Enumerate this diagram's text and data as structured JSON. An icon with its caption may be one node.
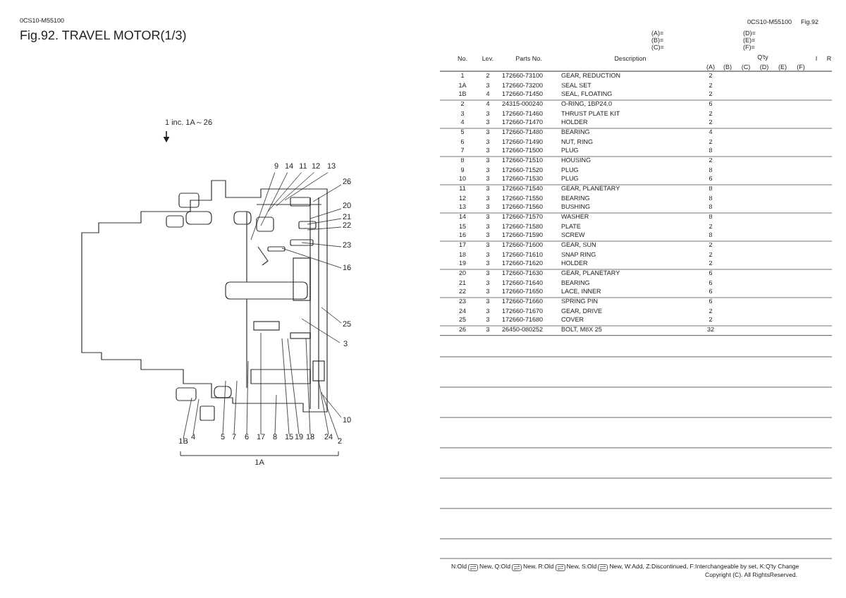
{
  "diagram": {
    "title": "Fig.92. TRAVEL MOTOR(1/3)",
    "nodes": [
      {
        "text": [
          "9"
        ]
      },
      {
        "text": [
          "14"
        ]
      },
      {
        "text": [
          "11"
        ]
      },
      {
        "text": [
          "12"
        ]
      },
      {
        "text": [
          "13"
        ]
      },
      {
        "text": [
          "26"
        ]
      },
      {
        "text": [
          "20"
        ]
      },
      {
        "text": [
          "21"
        ]
      },
      {
        "text": [
          "22"
        ]
      },
      {
        "text": [
          "23"
        ]
      },
      {
        "text": [
          "16"
        ]
      },
      {
        "text": [
          "25"
        ]
      },
      {
        "text": [
          "3"
        ]
      },
      {
        "text": [
          "10"
        ]
      },
      {
        "text": [
          "1B"
        ]
      },
      {
        "text": [
          "4"
        ]
      },
      {
        "text": [
          "5"
        ]
      },
      {
        "text": [
          "7"
        ]
      },
      {
        "text": [
          "6"
        ]
      },
      {
        "text": [
          "17"
        ]
      },
      {
        "text": [
          "8"
        ]
      },
      {
        "text": [
          "15"
        ]
      },
      {
        "text": [
          "19"
        ]
      },
      {
        "text": [
          "18"
        ]
      },
      {
        "text": [
          "24"
        ]
      },
      {
        "text": [
          "2"
        ]
      }
    ],
    "edges": [
      {
        "from": 0,
        "to": null,
        "arrow": "none"
      },
      {
        "from": 1,
        "to": null,
        "arrow": "none"
      },
      {
        "from": 2,
        "to": null,
        "arrow": "none"
      },
      {
        "from": 3,
        "to": null,
        "arrow": "none"
      },
      {
        "from": 4,
        "to": null,
        "arrow": "none"
      },
      {
        "from": 5,
        "to": null,
        "arrow": "none"
      },
      {
        "from": 6,
        "to": null,
        "arrow": "none"
      },
      {
        "from": 7,
        "to": null,
        "arrow": "none"
      },
      {
        "from": 8,
        "to": null,
        "arrow": "none"
      },
      {
        "from": 9,
        "to": null,
        "arrow": "none"
      },
      {
        "from": 10,
        "to": null,
        "arrow": "none"
      },
      {
        "from": 11,
        "to": null,
        "arrow": "none"
      },
      {
        "from": 12,
        "to": null,
        "arrow": "none"
      },
      {
        "from": 13,
        "to": null,
        "arrow": "none"
      },
      {
        "from": 14,
        "to": null,
        "arrow": "none"
      },
      {
        "from": 15,
        "to": null,
        "arrow": "none"
      },
      {
        "from": 16,
        "to": null,
        "arrow": "none"
      },
      {
        "from": 17,
        "to": null,
        "arrow": "none"
      },
      {
        "from": 18,
        "to": null,
        "arrow": "none"
      },
      {
        "from": 19,
        "to": null,
        "arrow": "none"
      },
      {
        "from": 20,
        "to": null,
        "arrow": "none"
      },
      {
        "from": 21,
        "to": null,
        "arrow": "none"
      },
      {
        "from": 22,
        "to": null,
        "arrow": "none"
      },
      {
        "from": 23,
        "to": null,
        "arrow": "none"
      },
      {
        "from": 24,
        "to": null,
        "arrow": "none"
      },
      {
        "from": 25,
        "to": null,
        "arrow": "none"
      }
    ],
    "labels": [
      "0CS10-M55100",
      "0CS10-M55100",
      "Fig.92",
      "(A)=",
      "(D)=",
      "(B)=",
      "(E)=",
      "(C)=",
      "(F)=",
      "No.",
      "Lev.",
      "Parts No.",
      "Description",
      "Q'ty",
      "(A)",
      "(B)",
      "(C)",
      "(D)",
      "(E)",
      "(F)",
      "I",
      "R",
      "1",
      "2",
      "172660-73100",
      "GEAR, REDUCTION",
      "2",
      "1A",
      "3",
      "172660-73200",
      "SEAL SET",
      "2",
      "1B",
      "4",
      "172660-71450",
      "SEAL, FLOATING",
      "2",
      "2",
      "4",
      "24315-000240",
      "O-RING, 1BP24.0",
      "6",
      "3",
      "3",
      "172660-71460",
      "THRUST PLATE KIT",
      "2",
      "4",
      "3",
      "172660-71470",
      "HOLDER",
      "2",
      "5",
      "3",
      "172660-71480",
      "BEARING",
      "4",
      "6",
      "3",
      "172660-71490",
      "NUT, RING",
      "2",
      "7",
      "3",
      "172660-71500",
      "PLUG",
      "8",
      "8",
      "3",
      "172660-71510",
      "HOUSING",
      "2",
      "9",
      "3",
      "172660-71520",
      "PLUG",
      "8",
      "10",
      "3",
      "172660-71530",
      "PLUG",
      "6",
      "11",
      "3",
      "172660-71540",
      "GEAR, PLANETARY",
      "8",
      "12",
      "3",
      "172660-71550",
      "BEARING",
      "8",
      "13",
      "3",
      "172660-71560",
      "BUSHING",
      "8",
      "14",
      "3",
      "172660-71570",
      "WASHER",
      "8",
      "15",
      "3",
      "172660-71580",
      "PLATE",
      "2",
      "16",
      "3",
      "172660-71590",
      "SCREW",
      "8",
      "17",
      "3",
      "172660-71600",
      "GEAR, SUN",
      "2",
      "18",
      "3",
      "172660-71610",
      "SNAP RING",
      "2",
      "19",
      "3",
      "172660-71620",
      "HOLDER",
      "2",
      "20",
      "3",
      "172660-71630",
      "GEAR, PLANETARY",
      "6",
      "21",
      "3",
      "172660-71640",
      "BEARING",
      "6",
      "22",
      "3",
      "172660-71650",
      "LACE, INNER",
      "6",
      "23",
      "3",
      "172660-71660",
      "SPRING PIN",
      "6",
      "24",
      "3",
      "172660-71670",
      "GEAR, DRIVE",
      "2",
      "25",
      "3",
      "172660-71680",
      "COVER",
      "2",
      "26",
      "3",
      "26450-080252",
      "BOLT, M8X 25",
      "32",
      "1A",
      "N:Old",
      "New, Q:Old",
      "New, R:Old",
      "New, S:Old",
      "New, W:Add, Z:Discontinued, F:Interchangeable by set, K:Q'ty Change",
      "Copyright (C). All RightsReserved.",
      "1 inc. 1A～26"
    ]
  }
}
